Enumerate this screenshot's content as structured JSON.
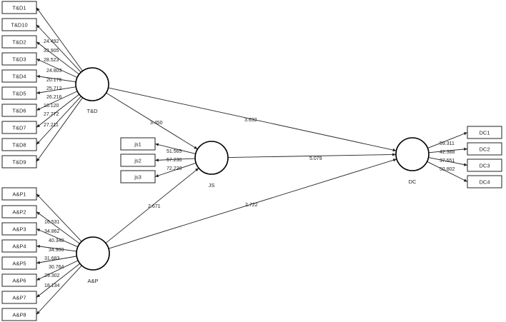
{
  "constructs": [
    {
      "id": "TD",
      "label": "T&D"
    },
    {
      "id": "JS",
      "label": "JS"
    },
    {
      "id": "AP",
      "label": "A&P"
    },
    {
      "id": "DC",
      "label": "DC"
    }
  ],
  "indicators": [
    {
      "id": "TD1",
      "label": "T&D1",
      "construct": "TD",
      "weight": ""
    },
    {
      "id": "TD10",
      "label": "T&D10",
      "construct": "TD",
      "weight": "24.492"
    },
    {
      "id": "TD2",
      "label": "T&D2",
      "construct": "TD",
      "weight": "33.905"
    },
    {
      "id": "TD3",
      "label": "T&D3",
      "construct": "TD",
      "weight": "28.523"
    },
    {
      "id": "TD4",
      "label": "T&D4",
      "construct": "TD",
      "weight": "24.803"
    },
    {
      "id": "TD5",
      "label": "T&D5",
      "construct": "TD",
      "weight": "20.176"
    },
    {
      "id": "TD6",
      "label": "T&D6",
      "construct": "TD",
      "weight": "25.712"
    },
    {
      "id": "TD7",
      "label": "T&D7",
      "construct": "TD",
      "weight": "26.216"
    },
    {
      "id": "TD8",
      "label": "T&D8",
      "construct": "TD",
      "weight": "16.120"
    },
    {
      "id": "TD9",
      "label": "T&D9",
      "construct": "TD",
      "weight": "27.772"
    },
    {
      "id": "JS1",
      "label": "js1",
      "construct": "JS",
      "weight": "51.565"
    },
    {
      "id": "JS2",
      "label": "js2",
      "construct": "JS",
      "weight": "57.236"
    },
    {
      "id": "JS3",
      "label": "js3",
      "construct": "JS",
      "weight": "72.220"
    },
    {
      "id": "AP1",
      "label": "A&P1",
      "construct": "AP",
      "weight": ""
    },
    {
      "id": "AP2",
      "label": "A&P2",
      "construct": "AP",
      "weight": "16.531"
    },
    {
      "id": "AP3",
      "label": "A&P3",
      "construct": "AP",
      "weight": "34.862"
    },
    {
      "id": "AP4",
      "label": "A&P4",
      "construct": "AP",
      "weight": "40.348"
    },
    {
      "id": "AP5",
      "label": "A&P5",
      "construct": "AP",
      "weight": "34.900"
    },
    {
      "id": "AP6",
      "label": "A&P6",
      "construct": "AP",
      "weight": "31.683"
    },
    {
      "id": "AP7",
      "label": "A&P7",
      "construct": "AP",
      "weight": "30.764"
    },
    {
      "id": "AP8",
      "label": "A&P8",
      "construct": "AP",
      "weight": "29.302"
    },
    {
      "id": "DC1",
      "label": "DC1",
      "construct": "DC",
      "weight": "59.311"
    },
    {
      "id": "DC2",
      "label": "DC2",
      "construct": "DC",
      "weight": "42.388"
    },
    {
      "id": "DC3",
      "label": "DC3",
      "construct": "DC",
      "weight": "37.551"
    },
    {
      "id": "DC4",
      "label": "DC4",
      "construct": "DC",
      "weight": "50.802"
    }
  ],
  "extra_labels": [
    {
      "id": "TD-extra",
      "text": "27.211"
    },
    {
      "id": "AP-extra",
      "text": "18.134"
    }
  ],
  "paths": [
    {
      "from": "TD",
      "to": "JS",
      "value": "3.450"
    },
    {
      "from": "TD",
      "to": "DC",
      "value": "3.632"
    },
    {
      "from": "JS",
      "to": "DC",
      "value": "5.079"
    },
    {
      "from": "AP",
      "to": "JS",
      "value": "2.671"
    },
    {
      "from": "AP",
      "to": "DC",
      "value": "2.722"
    }
  ]
}
